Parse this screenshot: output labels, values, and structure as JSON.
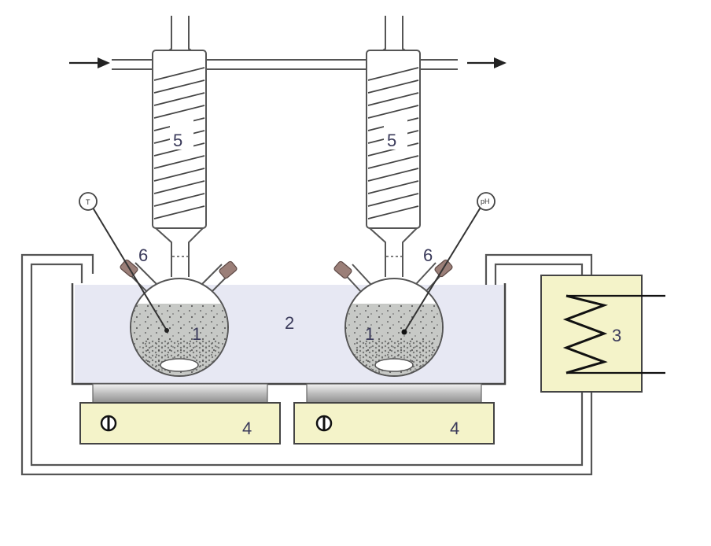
{
  "labels": {
    "flask": "1",
    "bath": "2",
    "heater": "3",
    "stirrer": "4",
    "condenser": "5",
    "neck": "6",
    "thermometer": "T",
    "ph_probe": "pH"
  },
  "colors": {
    "bath_liquid": "#e7e8f3",
    "flask_contents": "#c7c9c6",
    "stirrer_base": "#f4f3c9",
    "heater_box": "#f4f3c9",
    "stopper": "#9b7f78",
    "line": "#555555"
  },
  "flow": {
    "inlet": "arrow-in",
    "outlet": "arrow-out"
  }
}
